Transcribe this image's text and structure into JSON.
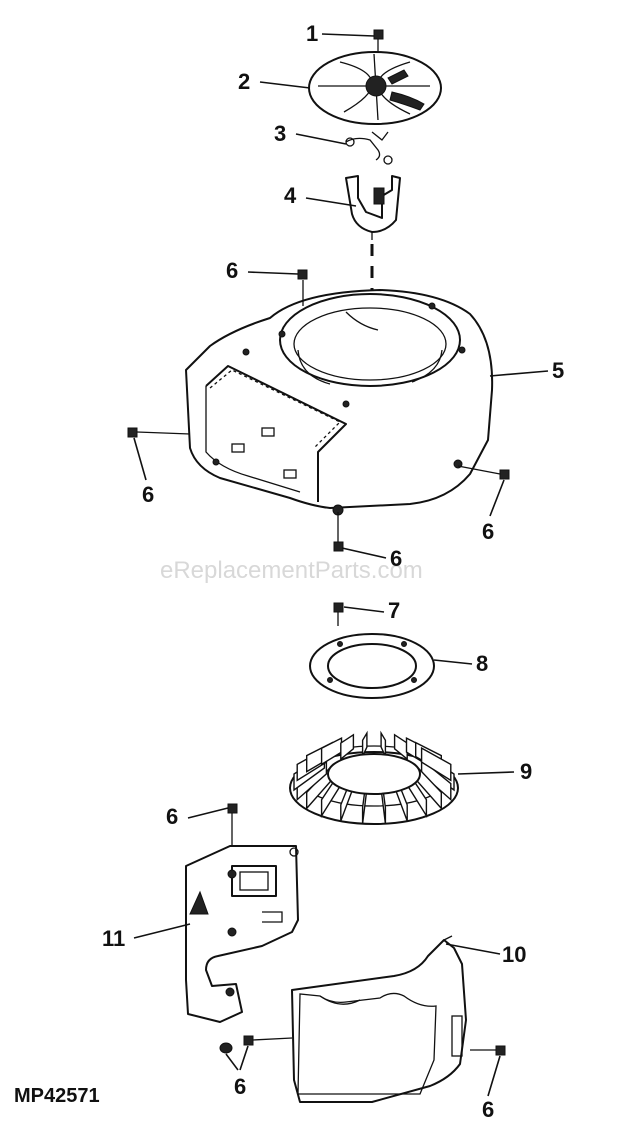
{
  "diagram": {
    "reference_code": "MP42571",
    "watermark": "eReplacementParts.com",
    "callouts": [
      "1",
      "2",
      "3",
      "4",
      "5",
      "6",
      "7",
      "8",
      "9",
      "10",
      "11"
    ]
  }
}
